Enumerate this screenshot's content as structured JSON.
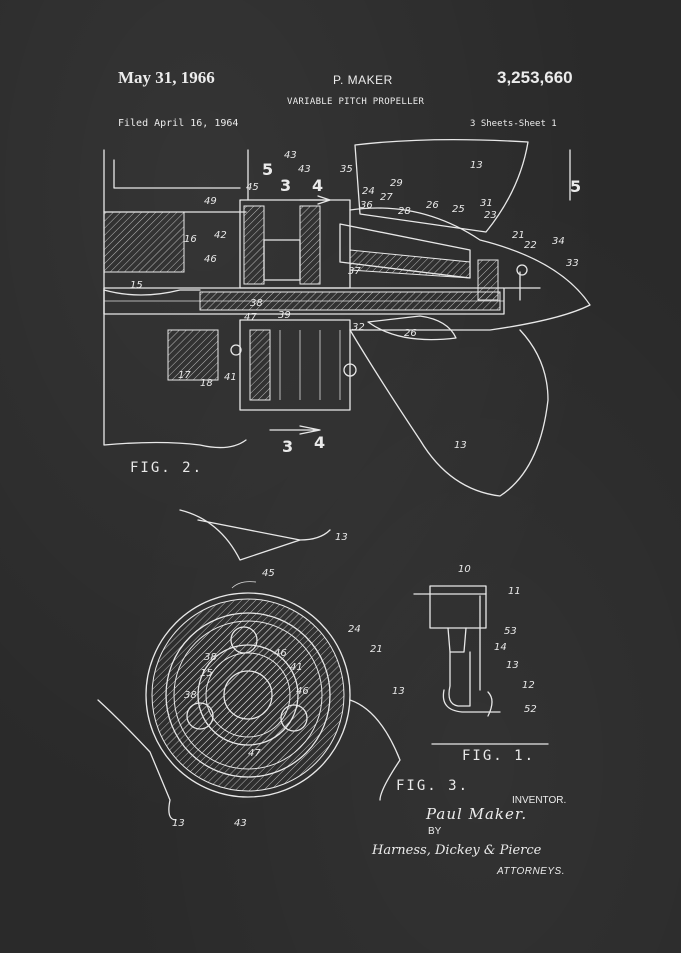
{
  "header": {
    "date": "May 31, 1966",
    "inventor": "P. MAKER",
    "patent_number": "3,253,660",
    "title": "VARIABLE PITCH PROPELLER",
    "filed": "Filed April 16, 1964",
    "sheets": "3 Sheets-Sheet 1"
  },
  "figures": {
    "fig2": {
      "label": "FIG. 2."
    },
    "fig3": {
      "label": "FIG. 3."
    },
    "fig1": {
      "label": "FIG. 1."
    }
  },
  "section_markers": {
    "a": "3",
    "b": "4",
    "c": "5"
  },
  "reference_numerals": {
    "n10": "10",
    "n11": "11",
    "n12": "12",
    "n13": "13",
    "n14": "14",
    "n15": "15",
    "n16": "16",
    "n17": "17",
    "n18": "18",
    "n21": "21",
    "n22": "22",
    "n23": "23",
    "n24": "24",
    "n25": "25",
    "n26": "26",
    "n27": "27",
    "n28": "28",
    "n29": "29",
    "n31": "31",
    "n32": "32",
    "n33": "33",
    "n34": "34",
    "n35": "35",
    "n36": "36",
    "n37": "37",
    "n38": "38",
    "n39": "39",
    "n41": "41",
    "n42": "42",
    "n43": "43",
    "n45": "45",
    "n46": "46",
    "n47": "47",
    "n49": "49",
    "n52": "52",
    "n53": "53"
  },
  "signatures": {
    "inventor_label": "INVENTOR.",
    "inventor_signature": "Paul Maker.",
    "by": "BY",
    "attorney_signature": "Harness, Dickey & Pierce",
    "attorneys_label": "ATTORNEYS."
  }
}
